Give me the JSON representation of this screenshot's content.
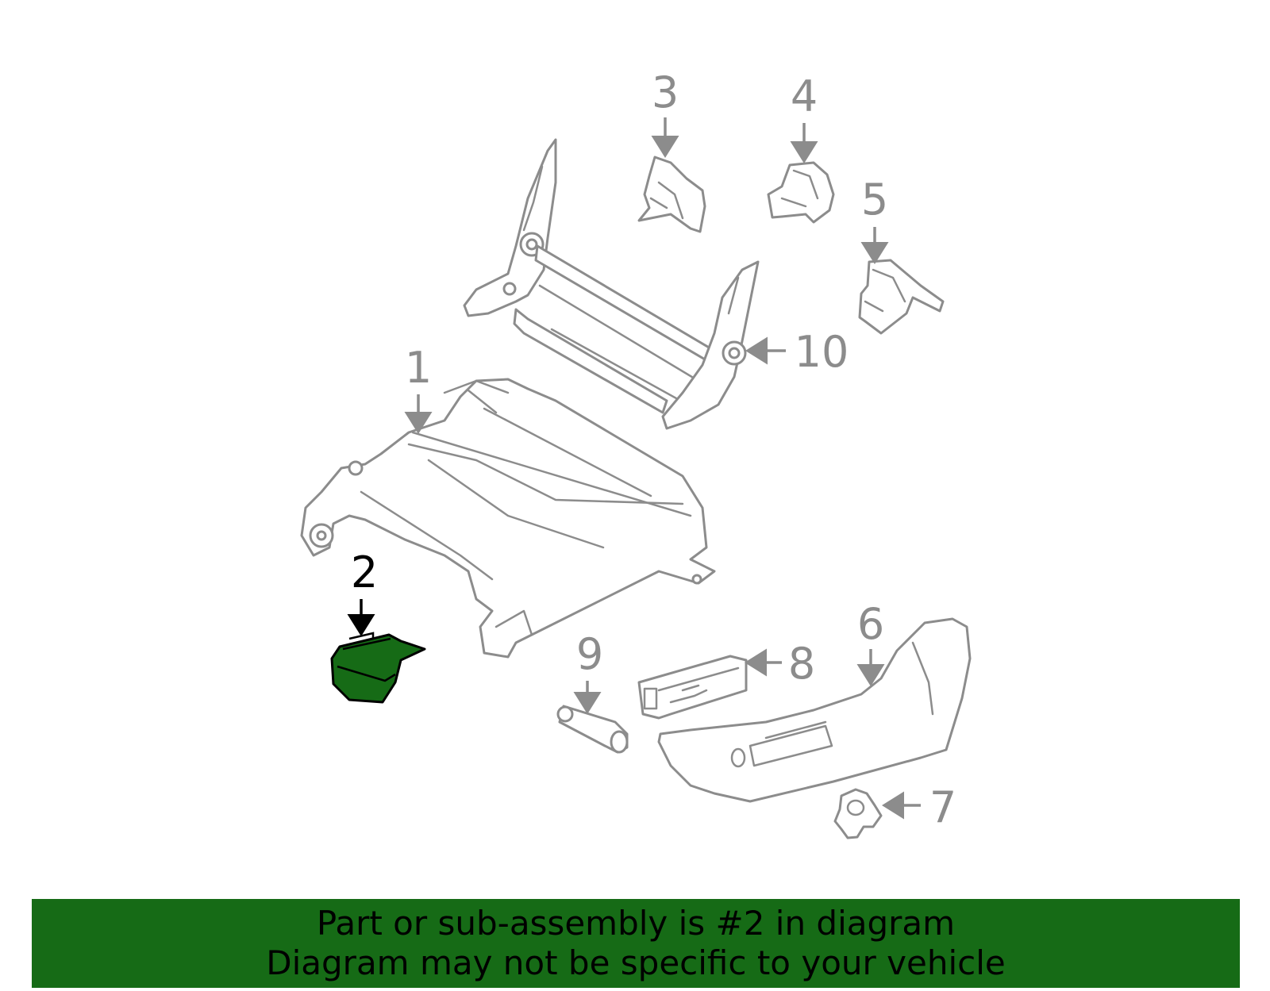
{
  "diagram": {
    "highlight_color": "#166b16",
    "callouts": [
      {
        "id": "1",
        "label": "1"
      },
      {
        "id": "2",
        "label": "2",
        "highlighted": true
      },
      {
        "id": "3",
        "label": "3"
      },
      {
        "id": "4",
        "label": "4"
      },
      {
        "id": "5",
        "label": "5"
      },
      {
        "id": "6",
        "label": "6"
      },
      {
        "id": "7",
        "label": "7"
      },
      {
        "id": "8",
        "label": "8"
      },
      {
        "id": "9",
        "label": "9"
      },
      {
        "id": "10",
        "label": "10"
      }
    ]
  },
  "banner": {
    "line1": "Part or sub-assembly is #2 in diagram",
    "line2": "Diagram may not be specific to your vehicle",
    "background": "#166b16"
  }
}
